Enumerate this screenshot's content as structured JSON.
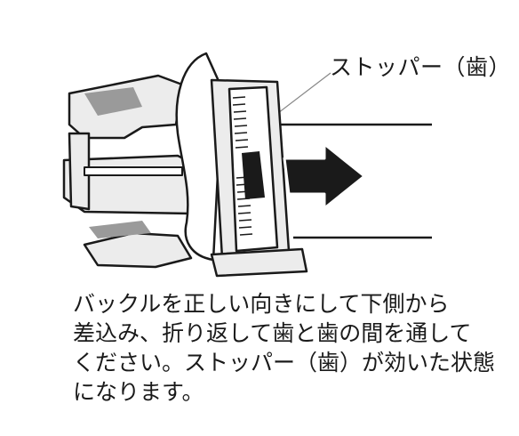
{
  "callout_label": "ストッパー（歯）",
  "caption_lines": [
    "バックルを正しい向きにして下側から",
    "差込み、折り返して歯と歯の間を通して",
    "ください。ストッパー（歯）が効いた状態",
    "になります。"
  ],
  "colors": {
    "outline": "#1a1a1a",
    "buckle_fill": "#ececec",
    "shadow": "#9a9a9a",
    "arrow": "#1a1a1a"
  }
}
